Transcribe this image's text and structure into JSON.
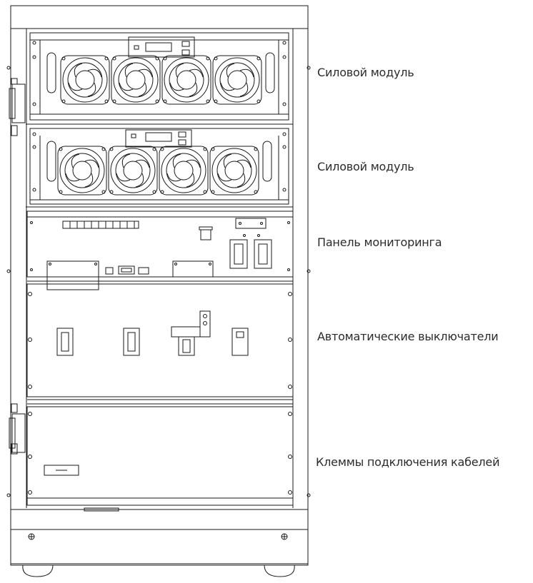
{
  "labels": {
    "power_module_1": "Силовой модуль",
    "power_module_2": "Силовой модуль",
    "monitoring_panel": "Панель мониторинга",
    "breakers": "Автоматические выключатели",
    "cable_terminals": "Клеммы подключения кабелей"
  },
  "colors": {
    "line": "#1a1a1a",
    "text": "#2b2b2b"
  }
}
